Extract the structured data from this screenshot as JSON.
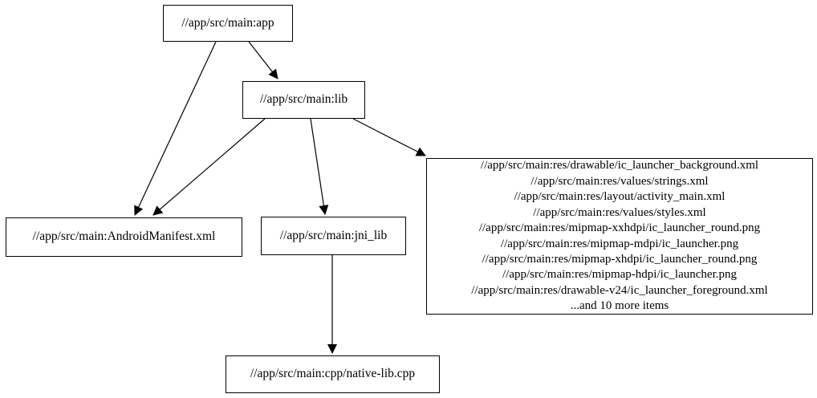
{
  "diagram": {
    "background_color": "#ffffff",
    "line_color": "#000000",
    "nodes": {
      "app": {
        "label": "//app/src/main:app"
      },
      "lib": {
        "label": "//app/src/main:lib"
      },
      "manifest": {
        "label": "//app/src/main:AndroidManifest.xml"
      },
      "jni_lib": {
        "label": "//app/src/main:jni_lib"
      },
      "native_lib": {
        "label": "//app/src/main:cpp/native-lib.cpp"
      },
      "res_group": {
        "lines": [
          "//app/src/main:res/drawable/ic_launcher_background.xml",
          "//app/src/main:res/values/strings.xml",
          "//app/src/main:res/layout/activity_main.xml",
          "//app/src/main:res/values/styles.xml",
          "//app/src/main:res/mipmap-xxhdpi/ic_launcher_round.png",
          "//app/src/main:res/mipmap-mdpi/ic_launcher.png",
          "//app/src/main:res/mipmap-xhdpi/ic_launcher_round.png",
          "//app/src/main:res/mipmap-hdpi/ic_launcher.png",
          "//app/src/main:res/drawable-v24/ic_launcher_foreground.xml",
          "...and 10 more items"
        ]
      }
    },
    "edges": [
      {
        "from": "app",
        "to": "manifest"
      },
      {
        "from": "app",
        "to": "lib"
      },
      {
        "from": "lib",
        "to": "manifest"
      },
      {
        "from": "lib",
        "to": "jni_lib"
      },
      {
        "from": "lib",
        "to": "res_group"
      },
      {
        "from": "jni_lib",
        "to": "native_lib"
      }
    ]
  }
}
